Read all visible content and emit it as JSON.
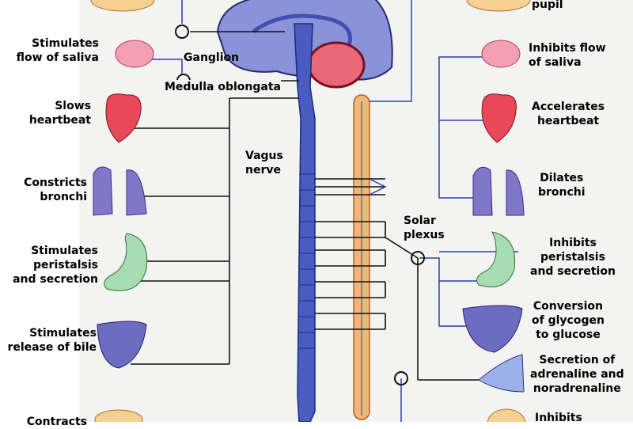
{
  "left_labels": {
    "saliva": [
      "Stimulates",
      "flow of saliva"
    ],
    "heart": [
      "Slows",
      "heartbeat"
    ],
    "bronchi": [
      "Constricts",
      "bronchi"
    ],
    "stomach": [
      "Stimulates",
      "peristalsis",
      "and secretion"
    ],
    "liver": [
      "Stimulates",
      "release of bile"
    ],
    "bladder": [
      "Contracts"
    ]
  },
  "center_labels": {
    "ganglion": "Ganglion",
    "medulla": "Medulla oblongata",
    "vagus": [
      "Vagus",
      "nerve"
    ],
    "solar": [
      "Solar",
      "plexus"
    ]
  },
  "right_labels": {
    "pupil": "pupil",
    "saliva": [
      "Inhibits flow",
      "of saliva"
    ],
    "heart": [
      "Accelerates",
      "heartbeat"
    ],
    "bronchi": [
      "Dilates",
      "bronchi"
    ],
    "stomach": [
      "Inhibits",
      "peristalsis",
      "and secretion"
    ],
    "liver": [
      "Conversion",
      "of glycogen",
      "to glucose"
    ],
    "adrenal": [
      "Secretion of",
      "adrenaline and",
      "noradrenaline"
    ],
    "bladder": [
      "Inhibits"
    ]
  },
  "colors": {
    "para": "#3a55b0",
    "symp": "#e8b070",
    "organ_red": "#e05060",
    "organ_purple": "#7a70c0",
    "organ_green": "#a8dcb0"
  }
}
